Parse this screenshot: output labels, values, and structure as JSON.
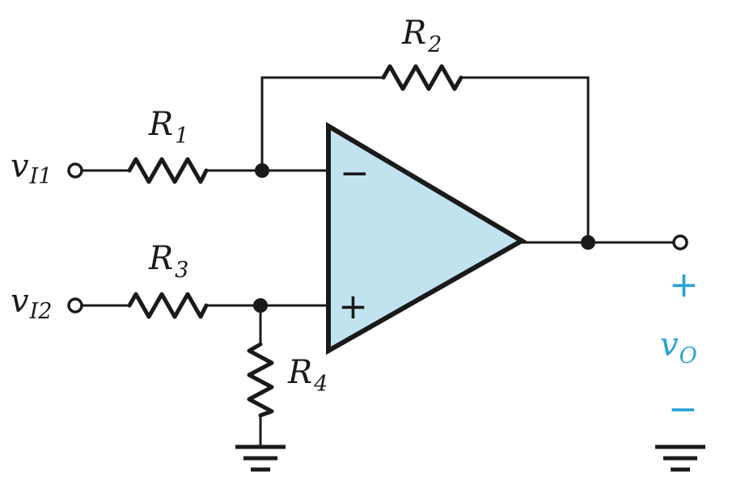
{
  "inputs": {
    "v1": {
      "symbol": "v",
      "subscript": "I1"
    },
    "v2": {
      "symbol": "v",
      "subscript": "I2"
    }
  },
  "resistors": {
    "r1": {
      "symbol": "R",
      "subscript": "1"
    },
    "r2": {
      "symbol": "R",
      "subscript": "2"
    },
    "r3": {
      "symbol": "R",
      "subscript": "3"
    },
    "r4": {
      "symbol": "R",
      "subscript": "4"
    }
  },
  "opamp": {
    "inverting": "−",
    "noninverting": "+",
    "fill": "#c1e3ef"
  },
  "output": {
    "symbol": "v",
    "subscript": "O",
    "plus": "+",
    "minus": "−",
    "color": "#29a3d6"
  }
}
